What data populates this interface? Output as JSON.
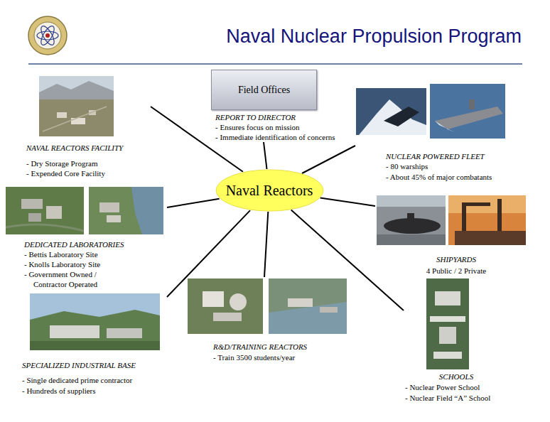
{
  "diagram": {
    "title": "Naval Nuclear Propulsion Program",
    "nodes": [
      {
        "text": [
          "NAVAL REACTORS FACILITY",
          "- Dry Storage Program",
          "- Expended Core Facility"
        ]
      },
      {
        "text": [
          "Field Offices",
          "REPORT TO DIRECTOR",
          "- Ensures focus on mission",
          "- Immediate identification of concerns"
        ]
      },
      {
        "text": [
          "NUCLEAR POWERED FLEET",
          "- 80 warships",
          "- About 45% of major combatants"
        ]
      },
      {
        "text": [
          "Naval Reactors"
        ]
      },
      {
        "text": [
          "DEDICATED LABORATORIES",
          "- Bettis Laboratory Site",
          "- Knolls Laboratory Site",
          "- Government Owned / Contractor Operated"
        ]
      },
      {
        "text": [
          "SHIPYARDS",
          "4 Public / 2 Private"
        ]
      },
      {
        "text": [
          "R&D/TRAINING REACTORS",
          "- Train 3500 students/year"
        ]
      },
      {
        "text": [
          "SPECIALIZED INDUSTRIAL BASE",
          "- Single dedicated prime contractor",
          "- Hundreds of suppliers"
        ]
      },
      {
        "text": [
          "SCHOOLS",
          "- Nuclear Power School",
          "- Nuclear Field “A” School"
        ]
      }
    ],
    "edges": [
      {
        "from": 3,
        "to": 0,
        "arrow": "none"
      },
      {
        "from": 3,
        "to": 1,
        "arrow": "none"
      },
      {
        "from": 3,
        "to": 2,
        "arrow": "none"
      },
      {
        "from": 3,
        "to": 4,
        "arrow": "none"
      },
      {
        "from": 3,
        "to": 5,
        "arrow": "none"
      },
      {
        "from": 3,
        "to": 6,
        "arrow": "none"
      },
      {
        "from": 3,
        "to": 7,
        "arrow": "none"
      },
      {
        "from": 3,
        "to": 8,
        "arrow": "none"
      }
    ]
  }
}
